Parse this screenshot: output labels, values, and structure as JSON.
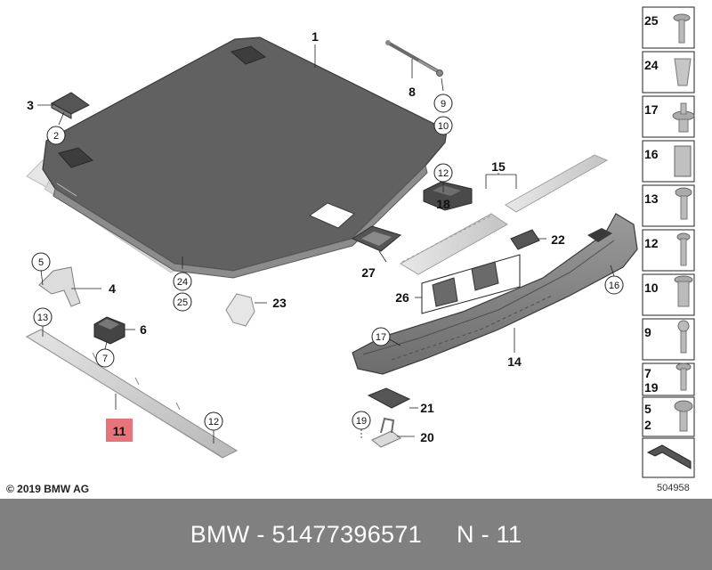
{
  "callouts": {
    "c1": "1",
    "c2": "2",
    "c3": "3",
    "c4": "4",
    "c5": "5",
    "c6": "6",
    "c7": "7",
    "c8": "8",
    "c9": "9",
    "c10": "10",
    "c11": "11",
    "c12a": "12",
    "c12b": "12",
    "c13": "13",
    "c14": "14",
    "c15": "15",
    "c16": "16",
    "c17": "17",
    "c18": "18",
    "c19": "19",
    "c20": "20",
    "c21": "21",
    "c22": "22",
    "c23": "23",
    "c24": "24",
    "c25": "25",
    "c26": "26",
    "c27": "27"
  },
  "sidebar": [
    {
      "nums": [
        "25"
      ]
    },
    {
      "nums": [
        "24"
      ]
    },
    {
      "nums": [
        "17"
      ]
    },
    {
      "nums": [
        "16"
      ]
    },
    {
      "nums": [
        "13"
      ]
    },
    {
      "nums": [
        "12"
      ]
    },
    {
      "nums": [
        "10"
      ]
    },
    {
      "nums": [
        "9"
      ]
    },
    {
      "nums": [
        "7",
        "19"
      ]
    },
    {
      "nums": [
        "5",
        "2"
      ]
    }
  ],
  "copyright": "© 2019 BMW AG",
  "drawing_number": "504958",
  "footer": {
    "brand": "BMW",
    "part_number": "51477396571",
    "position": "N - 11"
  },
  "colors": {
    "highlight": "#e8737a",
    "part_dark": "#5f5f5f",
    "part_light": "#d6d6d6",
    "footer_bg": "#808080"
  }
}
